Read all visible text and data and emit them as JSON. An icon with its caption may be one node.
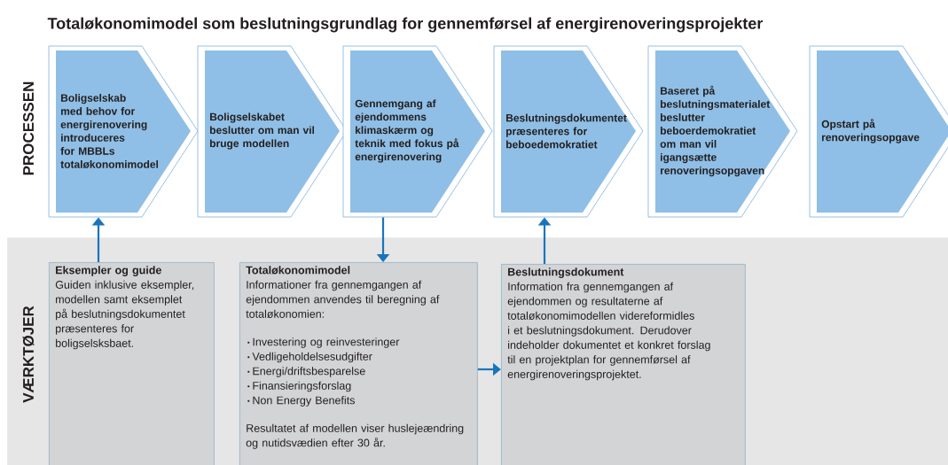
{
  "diagram": {
    "title": "Totaløkonomimodel som beslutningsgrundlag for gennemførsel af energirenoveringsprojekter",
    "nodes": [
      {
        "text": [
          "Boligselskab med behov for energirenovering introduceres for MBBLs totaløkonomimodel"
        ]
      },
      {
        "text": [
          "Boligselskabet beslutter om man vil bruge modellen"
        ]
      },
      {
        "text": [
          "Gennemgang af ejendommens klimaskærm og teknik med fokus på energirenovering"
        ]
      },
      {
        "text": [
          "Beslutningsdokumentet præsenteres for beboedemokratiet"
        ]
      },
      {
        "text": [
          "Baseret på beslutningsmaterialet beslutter beboerdemokratiet om man vil igangsætte renoveringsopgaven"
        ]
      },
      {
        "text": [
          "Opstart på renoveringsopgave"
        ]
      },
      {
        "text": [
          "VÆRKTØJER"
        ]
      },
      {
        "text": [
          "Eksempler og guide",
          "Guiden inklusive eksempler, modellen samt eksemplet på beslutningsdokumentet præsenteres for boligselsksbaet."
        ],
        "in": 6
      },
      {
        "text": [
          "Totaløkonomimodel",
          "Informationer fra gennemgangen af ejendommen anvendes til beregning af totaløkonomien:",
          "Investering og reinvesteringer",
          "Vedligeholdelsesudgifter",
          "Energi/driftsbesparelse",
          "Finansieringsforslag",
          "Non Energy Benefits",
          "Resultatet af modellen viser huslejeændring og nutidsvædien efter 30 år."
        ],
        "in": 6
      },
      {
        "text": [
          "Beslutningsdokument",
          "Information fra gennemgangen af ejendommen og resultaterne af totaløkonomimodellen videreformidles i et beslutningsdokument. Derudover indeholder dokumentet et konkret forslag til en projektplan for gennemførsel af energirenoveringsprojektet."
        ],
        "in": 6
      }
    ],
    "edges": [
      {
        "from": 7,
        "to": 0,
        "arrow": "to"
      },
      {
        "from": 2,
        "to": 8,
        "arrow": "to"
      },
      {
        "from": 9,
        "to": 3,
        "arrow": "to"
      },
      {
        "from": 8,
        "to": 9,
        "arrow": "to"
      }
    ],
    "labels": [
      "PROCESSEN"
    ]
  }
}
